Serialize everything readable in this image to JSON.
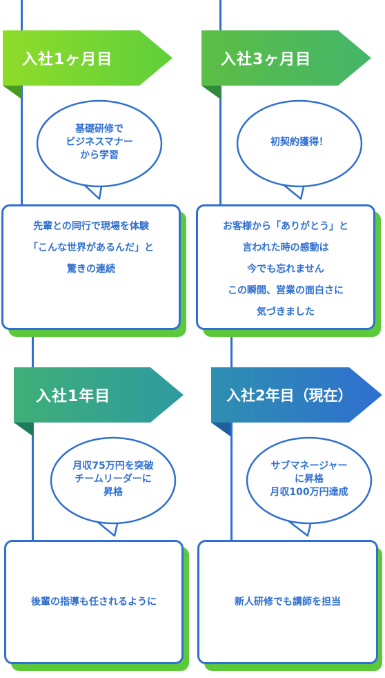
{
  "milestones": [
    {
      "title": "入社1ヶ月目",
      "bubble": "基礎研修で\nビジネスマナー\nから学習",
      "card": "先輩との同行で現場を体験\n「こんな世界があるんだ」と\n驚きの連続"
    },
    {
      "title": "入社3ヶ月目",
      "bubble": "初契約獲得！",
      "card": "お客様から「ありがとう」と\n言われた時の感動は\n今でも忘れません\nこの瞬間、営業の面白さに\n気づきました"
    },
    {
      "title": "入社1年目",
      "bubble": "月収75万円を突破\nチームリーダーに\n昇格",
      "card": "後輩の指導も任されるように"
    },
    {
      "title": "入社2年目（現在）",
      "bubble": "サブマネージャー\nに昇格\n月収100万円達成",
      "card": "新人研修でも講師を担当"
    }
  ],
  "colors": {
    "line": "#2f6fd0",
    "card_shadow": "#5cc93a",
    "banner_1": [
      "#8fdc2a",
      "#5fcf3a"
    ],
    "banner_2": [
      "#5cbe45",
      "#44b56a"
    ],
    "banner_3": [
      "#3faf78",
      "#2e9aa0"
    ],
    "banner_4": [
      "#2e8fb0",
      "#2f6fd0"
    ]
  }
}
